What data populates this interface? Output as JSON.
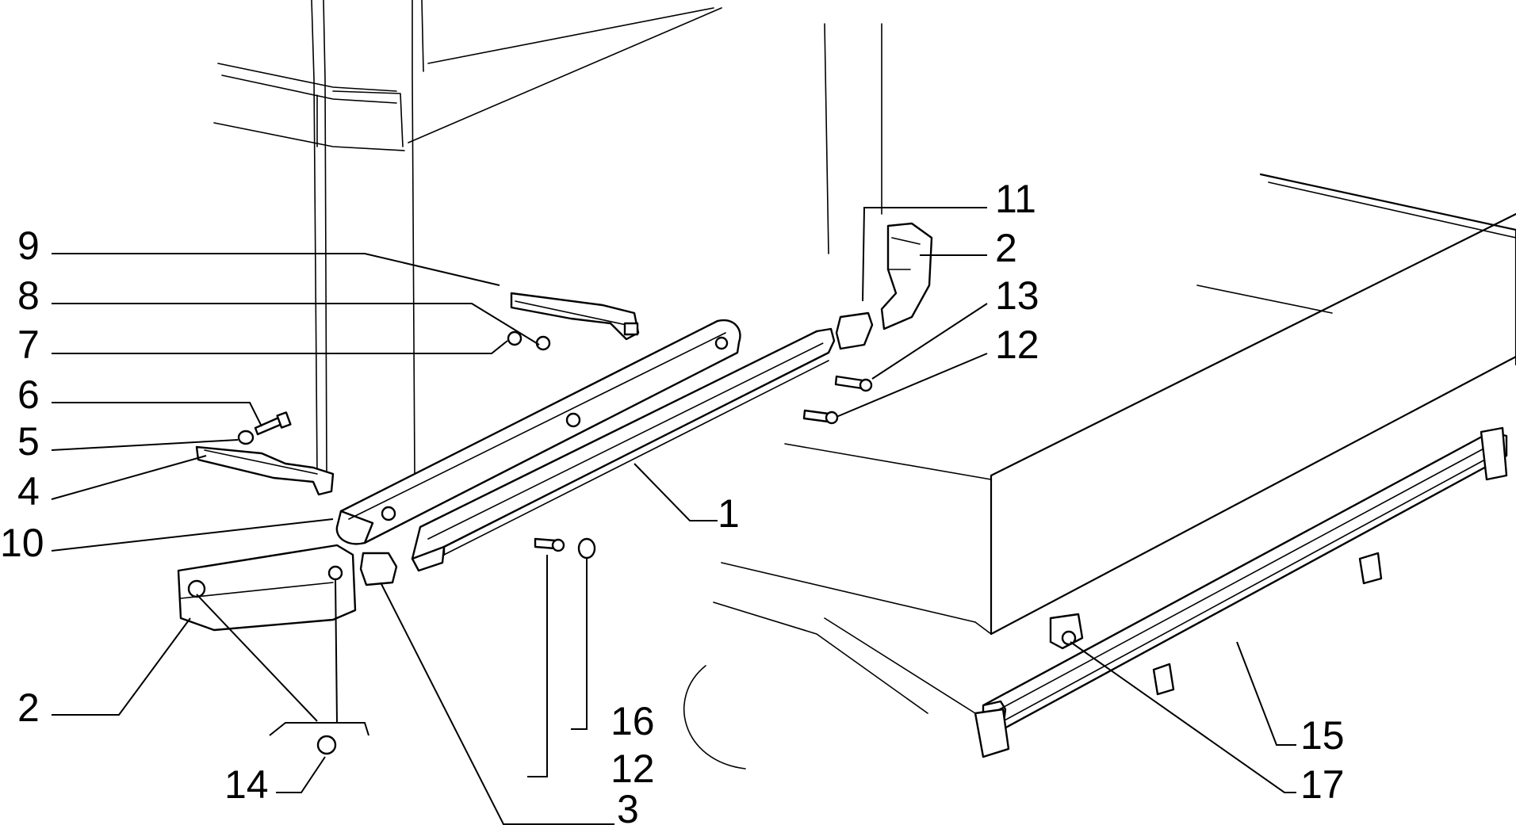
{
  "callouts": [
    {
      "id": "c11",
      "text": "11"
    },
    {
      "id": "c2a",
      "text": "2"
    },
    {
      "id": "c13",
      "text": "13"
    },
    {
      "id": "c12a",
      "text": "12"
    },
    {
      "id": "c9",
      "text": "9"
    },
    {
      "id": "c8",
      "text": "8"
    },
    {
      "id": "c7",
      "text": "7"
    },
    {
      "id": "c6",
      "text": "6"
    },
    {
      "id": "c5",
      "text": "5"
    },
    {
      "id": "c4",
      "text": "4"
    },
    {
      "id": "c10",
      "text": "10"
    },
    {
      "id": "c1",
      "text": "1"
    },
    {
      "id": "c2b",
      "text": "2"
    },
    {
      "id": "c14",
      "text": "14"
    },
    {
      "id": "c16",
      "text": "16"
    },
    {
      "id": "c12b",
      "text": "12"
    },
    {
      "id": "c3",
      "text": "3"
    },
    {
      "id": "c15",
      "text": "15"
    },
    {
      "id": "c17",
      "text": "17"
    }
  ]
}
